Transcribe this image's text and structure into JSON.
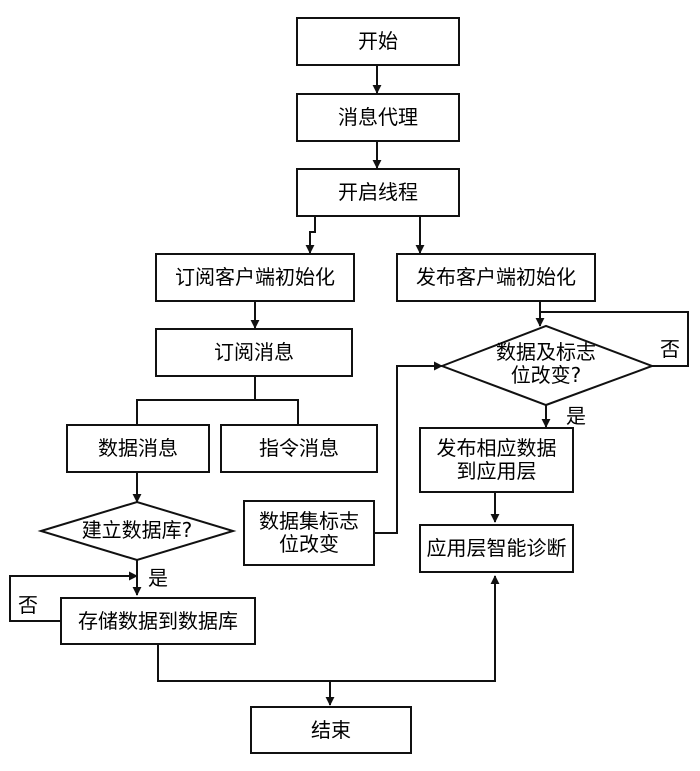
{
  "nodes": {
    "start": "开始",
    "broker": "消息代理",
    "thread": "开启线程",
    "sub_init": "订阅客户端初始化",
    "pub_init": "发布客户端初始化",
    "sub_msg": "订阅消息",
    "data_msg": "数据消息",
    "cmd_msg": "指令消息",
    "db_check": "建立数据库?",
    "store": "存储数据到数据库",
    "flag_change": "数据集标志\n位改变",
    "data_flag_check": "数据及标志\n位改变?",
    "publish": "发布相应数据\n到应用层",
    "diagnose": "应用层智能诊断",
    "end": "结束"
  },
  "labels": {
    "yes": "是",
    "no": "否"
  }
}
